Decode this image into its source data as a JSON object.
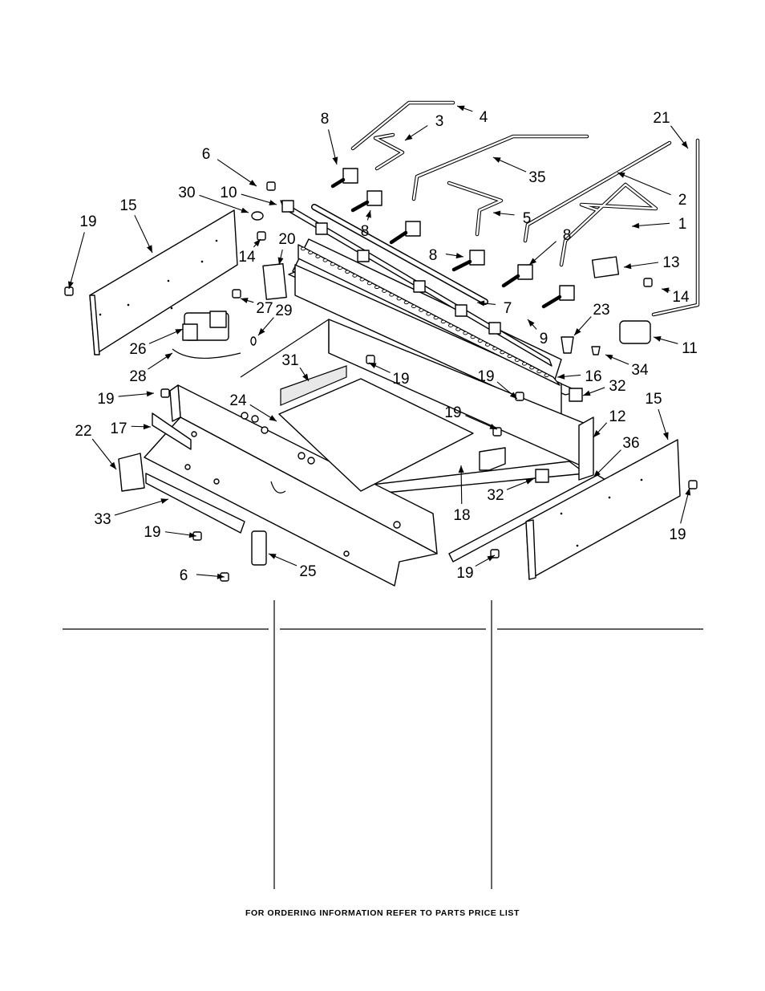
{
  "diagram": {
    "callouts": [
      {
        "id": "c4",
        "label": "4"
      },
      {
        "id": "c3",
        "label": "3"
      },
      {
        "id": "c8a",
        "label": "8"
      },
      {
        "id": "c21",
        "label": "21"
      },
      {
        "id": "c6a",
        "label": "6"
      },
      {
        "id": "c35",
        "label": "35"
      },
      {
        "id": "c2",
        "label": "2"
      },
      {
        "id": "c30",
        "label": "30"
      },
      {
        "id": "c10",
        "label": "10"
      },
      {
        "id": "c15a",
        "label": "15"
      },
      {
        "id": "c8b",
        "label": "8"
      },
      {
        "id": "c5",
        "label": "5"
      },
      {
        "id": "c1",
        "label": "1"
      },
      {
        "id": "c19a",
        "label": "19"
      },
      {
        "id": "c20",
        "label": "20"
      },
      {
        "id": "c8c",
        "label": "8"
      },
      {
        "id": "c8d",
        "label": "8"
      },
      {
        "id": "c13",
        "label": "13"
      },
      {
        "id": "c14a",
        "label": "14"
      },
      {
        "id": "c14b",
        "label": "14"
      },
      {
        "id": "c27",
        "label": "27"
      },
      {
        "id": "c7",
        "label": "7"
      },
      {
        "id": "c29",
        "label": "29"
      },
      {
        "id": "c23",
        "label": "23"
      },
      {
        "id": "c9",
        "label": "9"
      },
      {
        "id": "c26",
        "label": "26"
      },
      {
        "id": "c11",
        "label": "11"
      },
      {
        "id": "c28",
        "label": "28"
      },
      {
        "id": "c31",
        "label": "31"
      },
      {
        "id": "c34",
        "label": "34"
      },
      {
        "id": "c19b",
        "label": "19"
      },
      {
        "id": "c19c",
        "label": "19"
      },
      {
        "id": "c16",
        "label": "16"
      },
      {
        "id": "c19d",
        "label": "19"
      },
      {
        "id": "c32a",
        "label": "32"
      },
      {
        "id": "c24",
        "label": "24"
      },
      {
        "id": "c15b",
        "label": "15"
      },
      {
        "id": "c17",
        "label": "17"
      },
      {
        "id": "c19e",
        "label": "19"
      },
      {
        "id": "c12",
        "label": "12"
      },
      {
        "id": "c22",
        "label": "22"
      },
      {
        "id": "c36",
        "label": "36"
      },
      {
        "id": "c32b",
        "label": "32"
      },
      {
        "id": "c18",
        "label": "18"
      },
      {
        "id": "c33",
        "label": "33"
      },
      {
        "id": "c19f",
        "label": "19"
      },
      {
        "id": "c19g",
        "label": "19"
      },
      {
        "id": "c6b",
        "label": "6"
      },
      {
        "id": "c25",
        "label": "25"
      },
      {
        "id": "c19h",
        "label": "19"
      }
    ]
  },
  "footer": {
    "text": "FOR ORDERING INFORMATION REFER TO PARTS PRICE LIST"
  }
}
